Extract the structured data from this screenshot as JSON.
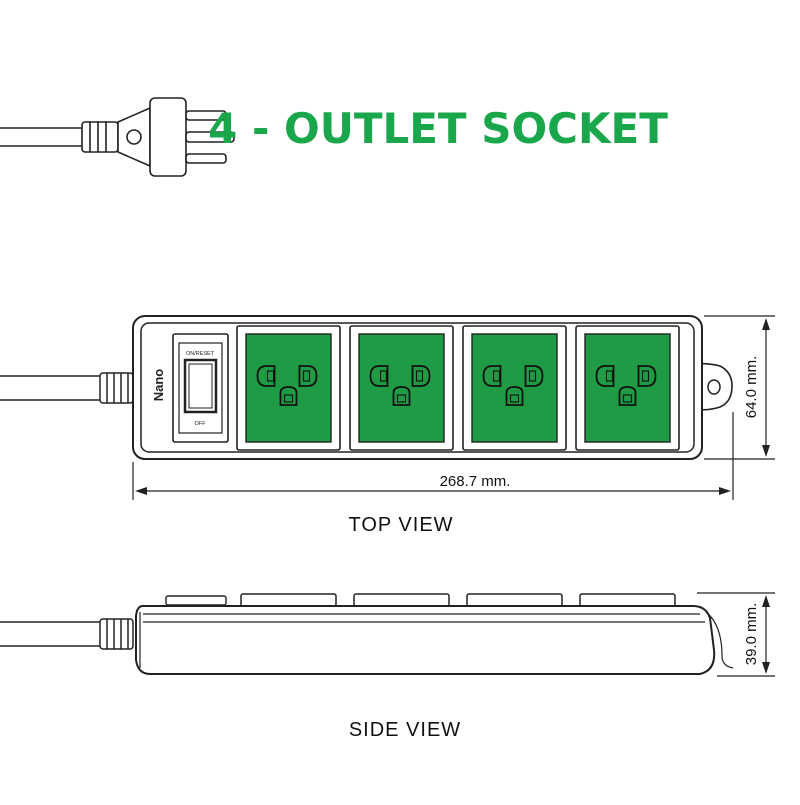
{
  "title": "4 - OUTLET SOCKET",
  "brand": "Nano",
  "switch": {
    "on_label": "ON/RESET",
    "off_label": "OFF"
  },
  "dimensions": {
    "length": "268.7 mm.",
    "width": "64.0 mm.",
    "height": "39.0 mm."
  },
  "views": {
    "top": "TOP VIEW",
    "side": "SIDE VIEW"
  },
  "outlet_count": 4,
  "colors": {
    "title": "#1aa64a",
    "socket_face": "#1f9a45",
    "outline": "#222222",
    "body": "#ffffff"
  }
}
